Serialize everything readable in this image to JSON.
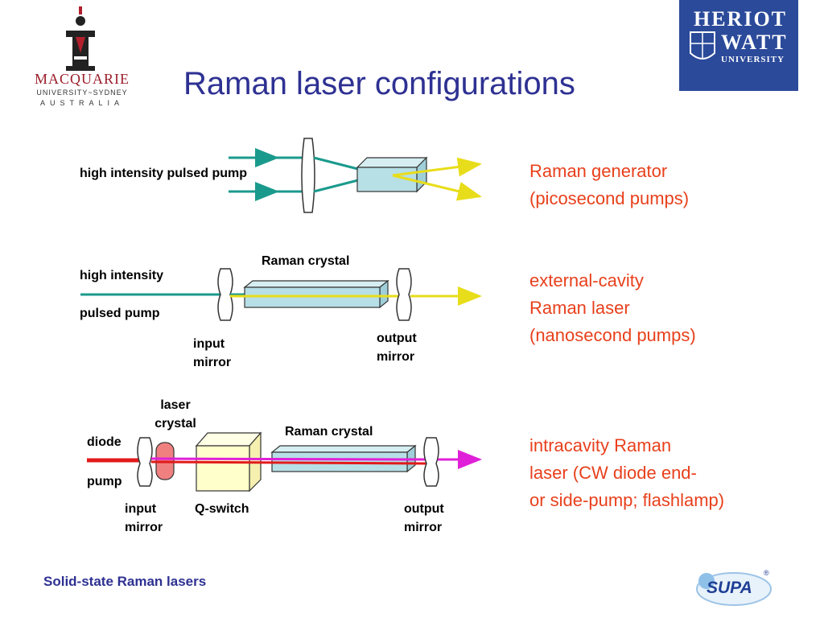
{
  "title": "Raman laser configurations",
  "logos": {
    "macquarie": {
      "name": "MACQUARIE",
      "sub": "UNIVERSITY~SYDNEY",
      "country": "AUSTRALIA"
    },
    "heriot_watt": {
      "line1": "HERIOT",
      "line2": "WATT",
      "line3": "UNIVERSITY"
    },
    "supa": {
      "text": "SUPA",
      "mark": "®"
    }
  },
  "config1": {
    "pump_label": "high intensity pulsed pump",
    "description": [
      "Raman generator",
      "(picosecond pumps)"
    ]
  },
  "config2": {
    "pump_label_line1": "high intensity",
    "pump_label_line2": "pulsed pump",
    "crystal_label": "Raman crystal",
    "input_mirror": [
      "input",
      "mirror"
    ],
    "output_mirror": [
      "output",
      "mirror"
    ],
    "description": [
      "external-cavity",
      "Raman laser",
      "(nanosecond pumps)"
    ]
  },
  "config3": {
    "pump_label_line1": "diode",
    "pump_label_line2": "pump",
    "laser_crystal": [
      "laser",
      "crystal"
    ],
    "raman_crystal": "Raman crystal",
    "qswitch": "Q-switch",
    "input_mirror": [
      "input",
      "mirror"
    ],
    "output_mirror": [
      "output",
      "mirror"
    ],
    "description": [
      "intracavity Raman",
      "laser (CW diode end-",
      "or side-pump; flashlamp)"
    ]
  },
  "footer": "Solid-state Raman lasers",
  "colors": {
    "title": "#2e3192",
    "description": "#e8401c",
    "pump_beam": "#1a9a8c",
    "raman_beam": "#e8dd1a",
    "diode_beam": "#e21a1a",
    "intracavity_beam": "#e020d8",
    "crystal_fill": "#b7dfe6",
    "qswitch_fill": "#ffffcc",
    "laser_crystal_fill": "#f08080"
  }
}
